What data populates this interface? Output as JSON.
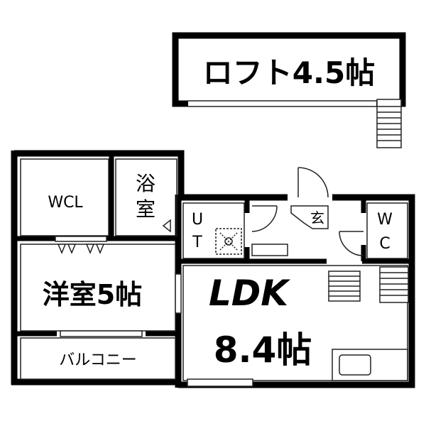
{
  "rooms": {
    "loft": "ロフト4.5帖",
    "wcl": "WCL",
    "bath": [
      "浴",
      "室"
    ],
    "ut": [
      "U",
      "T"
    ],
    "entrance": "玄",
    "wc": [
      "W",
      "C"
    ],
    "western": "洋室5帖",
    "ldk": "LDK",
    "ldk_size": "8.4帖",
    "balcony": "バルコニー"
  },
  "colors": {
    "wall": "#000000",
    "line": "#222222",
    "window": "#ffffff",
    "background": "#ffffff"
  }
}
